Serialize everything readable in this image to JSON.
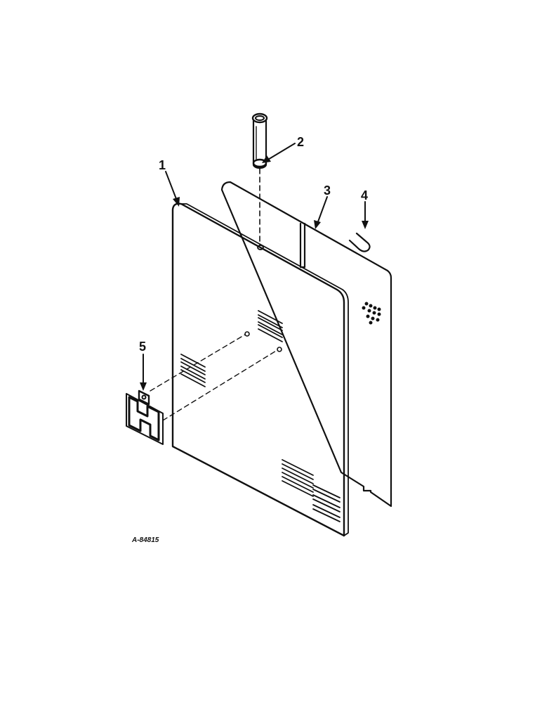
{
  "callouts": {
    "c1": "1",
    "c2": "2",
    "c3": "3",
    "c4": "4",
    "c5": "5"
  },
  "figure_ref": "A-84815",
  "parts": [
    {
      "callout": "1",
      "icon": "front-panel-icon"
    },
    {
      "callout": "2",
      "icon": "spacer-tube-icon"
    },
    {
      "callout": "3",
      "icon": "rear-panel-icon"
    },
    {
      "callout": "4",
      "icon": "u-clip-icon"
    },
    {
      "callout": "5",
      "icon": "emblem-icon"
    }
  ]
}
